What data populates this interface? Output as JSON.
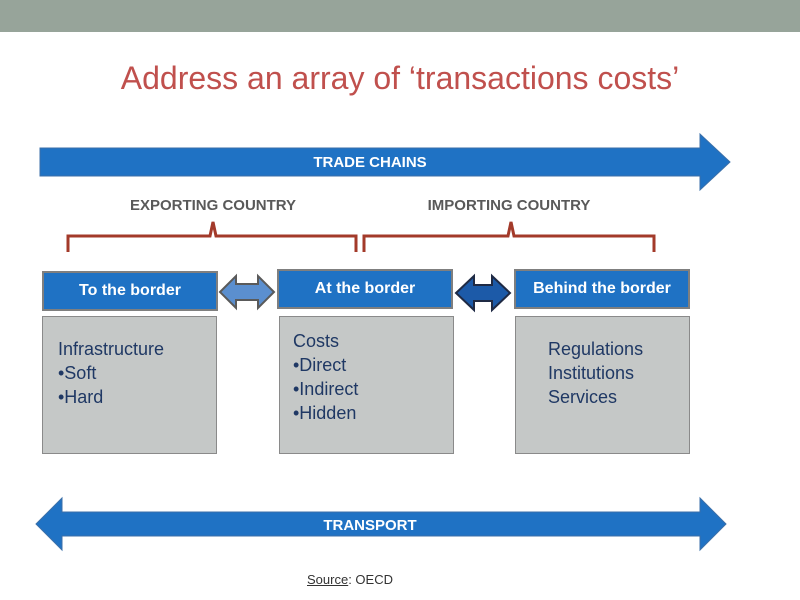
{
  "title": "Address an array of ‘transactions costs’",
  "trade_chains_label": "TRADE CHAINS",
  "transport_label": "TRANSPORT",
  "exporting_label": "EXPORTING COUNTRY",
  "importing_label": "IMPORTING COUNTRY",
  "boxes": [
    {
      "header": "To the border",
      "lines": [
        "Infrastructure",
        "•Soft",
        "•Hard"
      ]
    },
    {
      "header": "At the border",
      "lines": [
        "Costs",
        "•Direct",
        "•Indirect",
        "•Hidden"
      ]
    },
    {
      "header": "Behind the border",
      "lines": [
        "Regulations",
        "Institutions",
        "Services"
      ]
    }
  ],
  "source": {
    "key": "Source",
    "value": ": OECD"
  },
  "colors": {
    "accent_title": "#c0504d",
    "arrow_blue": "#1f72c4",
    "bracket_red": "#a33a2a",
    "box_gray": "#c5c8c7",
    "top_bar": "#97a49a"
  }
}
